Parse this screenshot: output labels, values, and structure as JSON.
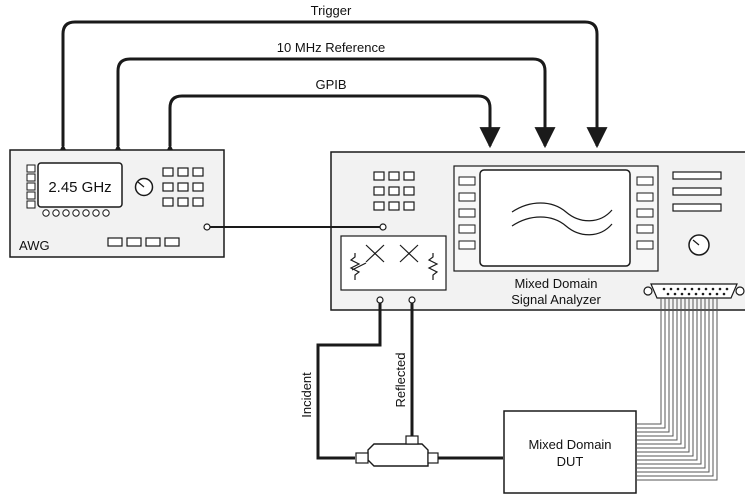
{
  "connections": {
    "trigger": "Trigger",
    "reference": "10 MHz Reference",
    "gpib": "GPIB",
    "incident": "Incident",
    "reflected": "Reflected"
  },
  "awg": {
    "label": "AWG",
    "display_value": "2.45 GHz"
  },
  "analyzer": {
    "name_line1": "Mixed Domain",
    "name_line2": "Signal Analyzer",
    "display_icon": "sine-wave-icon"
  },
  "dut": {
    "name_line1": "Mixed Domain",
    "name_line2": "DUT"
  },
  "colors": {
    "line": "#1a1a1a",
    "panel": "#f2f2f2",
    "background": "#ffffff"
  }
}
